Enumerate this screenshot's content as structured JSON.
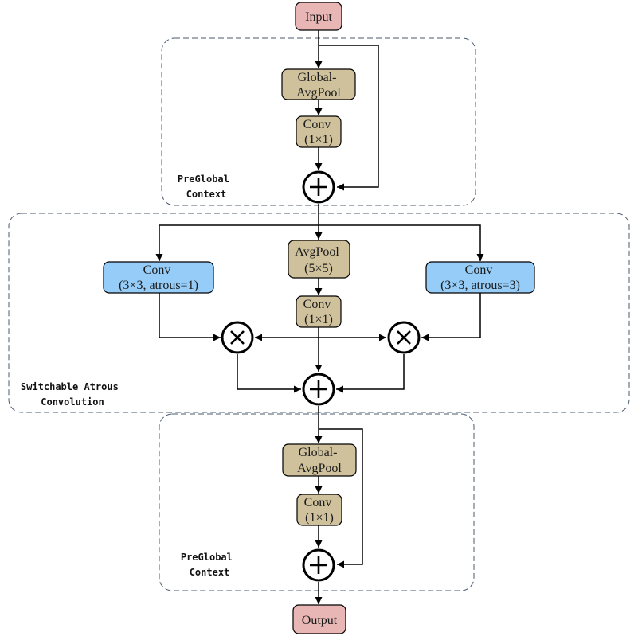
{
  "colors": {
    "io_fill": "#e8b7b5",
    "pool_fill": "#cfc19c",
    "conv_atrous_fill": "#96cdf8",
    "stroke": "#000000",
    "group_border": "#4a5a6e"
  },
  "nodes": {
    "input": {
      "lines": [
        "Input"
      ]
    },
    "top_gap": {
      "lines": [
        "Global-",
        "AvgPool"
      ]
    },
    "top_conv": {
      "lines": [
        "Conv",
        "(1×1)"
      ]
    },
    "top_add": {
      "symbol": "plus"
    },
    "conv_left": {
      "lines": [
        "Conv",
        "(3×3, atrous=1)"
      ]
    },
    "avgpool": {
      "lines": [
        "AvgPool",
        "(5×5)"
      ]
    },
    "mid_conv": {
      "lines": [
        "Conv",
        "(1×1)"
      ]
    },
    "conv_right": {
      "lines": [
        "Conv",
        "(3×3, atrous=3)"
      ]
    },
    "mul_left": {
      "symbol": "times"
    },
    "mul_right": {
      "symbol": "times"
    },
    "mid_add": {
      "symbol": "plus"
    },
    "bot_gap": {
      "lines": [
        "Global-",
        "AvgPool"
      ]
    },
    "bot_conv": {
      "lines": [
        "Conv",
        "(1×1)"
      ]
    },
    "bot_add": {
      "symbol": "plus"
    },
    "output": {
      "lines": [
        "Output"
      ]
    }
  },
  "groups": {
    "pre_global_top": {
      "label": [
        "PreGlobal",
        "Context"
      ]
    },
    "sac": {
      "label": [
        "Switchable Atrous",
        "Convolution"
      ]
    },
    "pre_global_bottom": {
      "label": [
        "PreGlobal",
        "Context"
      ]
    }
  }
}
